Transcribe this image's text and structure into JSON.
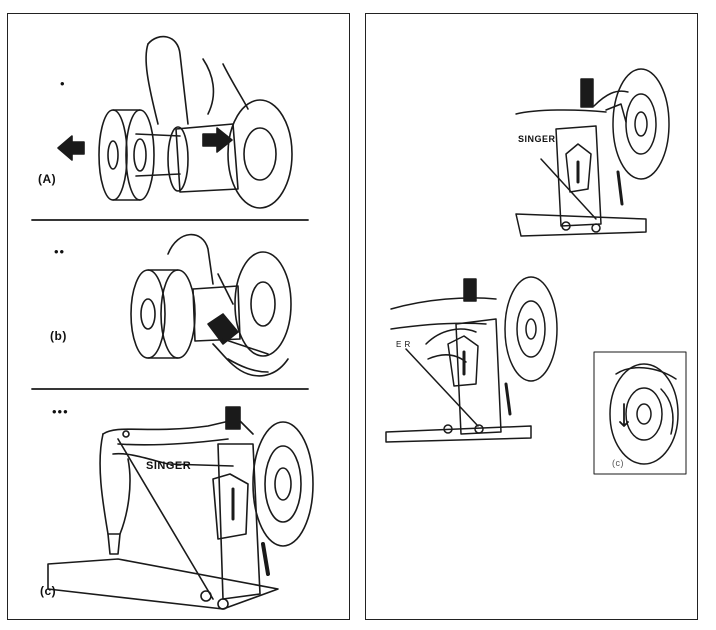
{
  "left_panel": {
    "step_a": {
      "dots": "•",
      "label": "(A)"
    },
    "step_b": {
      "dots": "••",
      "label": "(b)"
    },
    "step_c": {
      "dots": "•••",
      "label": "(c)",
      "brand": "SINGER"
    }
  },
  "right_panel": {
    "top_machine": {
      "brand": "SINGER"
    },
    "middle_machine": {
      "callout": "E R"
    },
    "inset": {
      "label": "(c)"
    }
  }
}
